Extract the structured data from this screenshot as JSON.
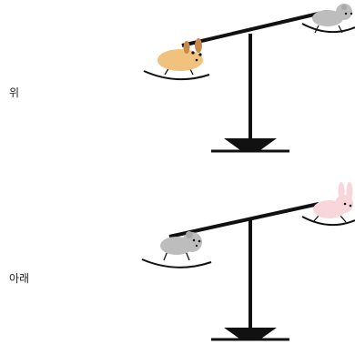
{
  "scenarios": [
    {
      "label": "위",
      "left_animal": {
        "kind": "hamster",
        "color": "#F1C27D",
        "ear_color": "#C88A4A"
      },
      "right_animal": {
        "kind": "mouse",
        "color": "#BDBDBD"
      }
    },
    {
      "label": "아래",
      "left_animal": {
        "kind": "mouse",
        "color": "#BDBDBD"
      },
      "right_animal": {
        "kind": "rabbit",
        "color": "#F8D6DA"
      }
    }
  ],
  "colors": {
    "beam": "#111111",
    "pan": "#111111",
    "eye": "#111111"
  }
}
